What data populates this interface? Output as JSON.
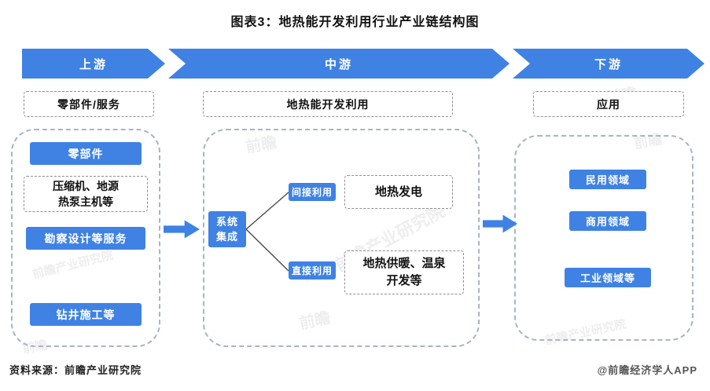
{
  "title": "图表3：地热能开发利用行业产业链结构图",
  "banner": {
    "upstream": "上游",
    "midstream": "中游",
    "downstream": "下游"
  },
  "sections": {
    "upstream": {
      "header": "零部件/服务",
      "items": {
        "components": "零部件",
        "compressor": "压缩机、地源\n热泵主机等",
        "survey": "勘察设计等服务",
        "drilling": "钻井施工等"
      }
    },
    "midstream": {
      "header": "地热能开发利用",
      "system_integration": "系统\n集成",
      "indirect_label": "间接利用",
      "indirect_result": "地热发电",
      "direct_label": "直接利用",
      "direct_result": "地热供暖、温泉\n开发等"
    },
    "downstream": {
      "header": "应用",
      "items": {
        "civil": "民用领域",
        "commercial": "商用领域",
        "industrial": "工业领域等"
      }
    }
  },
  "footer": {
    "source": "资料来源：前瞻产业研究院",
    "credit": "@前瞻经济学人APP"
  },
  "watermark": {
    "logo_text": "前瞻",
    "brand_text": "前瞻产业研究院"
  },
  "colors": {
    "accent": "#3f82e4"
  }
}
